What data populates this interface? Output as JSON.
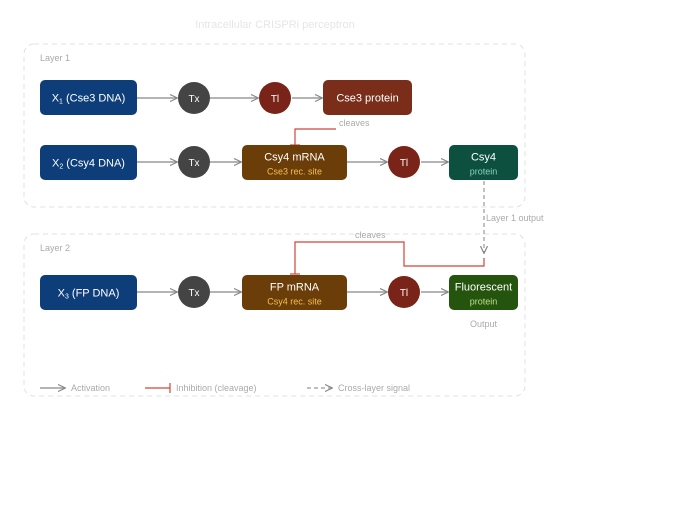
{
  "title": "Intracellular CRISPRi perceptron",
  "layers": [
    {
      "label": "Layer 1"
    },
    {
      "label": "Layer 2"
    }
  ],
  "nodes": {
    "x1": {
      "main": "X",
      "sub": "1",
      "rest": " (Cse3 DNA)",
      "color": "#0e3e7a"
    },
    "tx1": {
      "label": "Tx",
      "color": "#444444"
    },
    "tl1": {
      "label": "Tl",
      "color": "#7a2318"
    },
    "cse3": {
      "label": "Cse3 protein",
      "color": "#7a2e1a"
    },
    "x2": {
      "main": "X",
      "sub": "2",
      "rest": " (Csy4 DNA)",
      "color": "#0e3e7a"
    },
    "tx2": {
      "label": "Tx",
      "color": "#444444"
    },
    "csy4mrna": {
      "label": "Csy4 mRNA",
      "sublabel": "Cse3 rec. site",
      "color": "#6b3d08"
    },
    "tl2": {
      "label": "Tl",
      "color": "#7a2318"
    },
    "csy4": {
      "label": "Csy4",
      "sublabel": "protein",
      "color": "#0d5040"
    },
    "x3": {
      "main": "X",
      "sub": "3",
      "rest": " (FP DNA)",
      "color": "#0e3e7a"
    },
    "tx3": {
      "label": "Tx",
      "color": "#444444"
    },
    "fpmrna": {
      "label": "FP mRNA",
      "sublabel": "Csy4 rec. site",
      "color": "#6b3d08"
    },
    "tl3": {
      "label": "Tl",
      "color": "#7a2318"
    },
    "fluor": {
      "label": "Fluorescent",
      "sublabel": "protein",
      "color": "#25540e"
    }
  },
  "annotations": {
    "cleaves1": "cleaves",
    "cleaves2": "cleaves",
    "layer1_output": "Layer 1 output",
    "output": "Output"
  },
  "legend": {
    "activation": "Activation",
    "inhibition": "Inhibition (cleavage)",
    "cross": "Cross-layer signal"
  },
  "colors": {
    "activation": "#888888",
    "inhibition": "#d0453a",
    "subtext": "#f0c050",
    "label": "#aaaaaa"
  }
}
